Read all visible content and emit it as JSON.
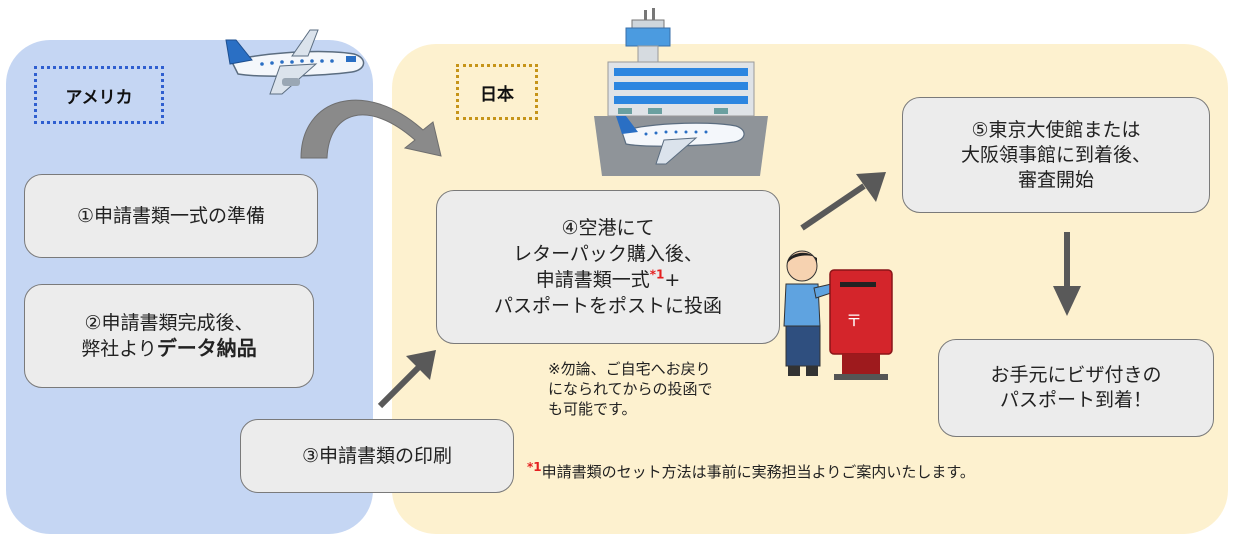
{
  "regions": {
    "usa": {
      "label": "アメリカ",
      "color": "#c5d6f3"
    },
    "japan": {
      "label": "日本",
      "color": "#fdf1cf"
    }
  },
  "steps": [
    {
      "lines": [
        "①申請書類一式の準備"
      ]
    },
    {
      "line1": "②申請書類完成後、",
      "line2_plain": "弊社より",
      "line2_bold": "データ納品"
    },
    {
      "lines": [
        "③申請書類の印刷"
      ]
    },
    {
      "line1": "④空港にて",
      "line2": "レターパック購入後、",
      "line3": "申請書類一式",
      "line3_mark": "*1",
      "line3_tail": "+",
      "line4": "パスポートをポストに投函"
    },
    {
      "lines": [
        "⑤東京大使館または",
        "大阪領事館に到着後、",
        "審査開始"
      ]
    },
    {
      "lines": [
        "お手元にビザ付きの",
        "パスポート到着！"
      ]
    }
  ],
  "note": {
    "lines": [
      "※勿論、ご自宅へお戻り",
      "になられてからの投函で",
      "も可能です。"
    ]
  },
  "footnote": {
    "mark": "*1",
    "text": "申請書類のセット方法は事前に実務担当よりご案内いたします。"
  },
  "icons": [
    "airplane-icon",
    "airport-icon",
    "person-icon",
    "mailbox-icon"
  ],
  "colors": {
    "usa_border": "#2f5fd0",
    "japan_border": "#c69418",
    "box_fill": "#ececec",
    "arrow": "#595959",
    "footnote_mark": "#e52020"
  }
}
